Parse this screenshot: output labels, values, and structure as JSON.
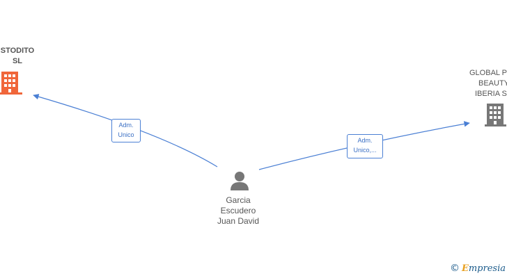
{
  "nodes": {
    "company_left": {
      "line1": "STODITO",
      "line2": "SL",
      "icon": "building-icon",
      "color": "#f0663a"
    },
    "company_right": {
      "line1": "GLOBAL P",
      "line2": "BEAUTY",
      "line3": "IBERIA  S",
      "icon": "building-icon",
      "color": "#777777"
    },
    "person": {
      "line1": "Garcia",
      "line2": "Escudero",
      "line3": "Juan David",
      "icon": "person-icon",
      "color": "#777777"
    }
  },
  "edges": [
    {
      "line1": "Adm.",
      "line2": "Unico"
    },
    {
      "line1": "Adm.",
      "line2": "Unico,..."
    }
  ],
  "colors": {
    "edge": "#4a7fd4"
  },
  "brand": {
    "copyright": "©",
    "initial": "E",
    "rest": "mpresia"
  }
}
